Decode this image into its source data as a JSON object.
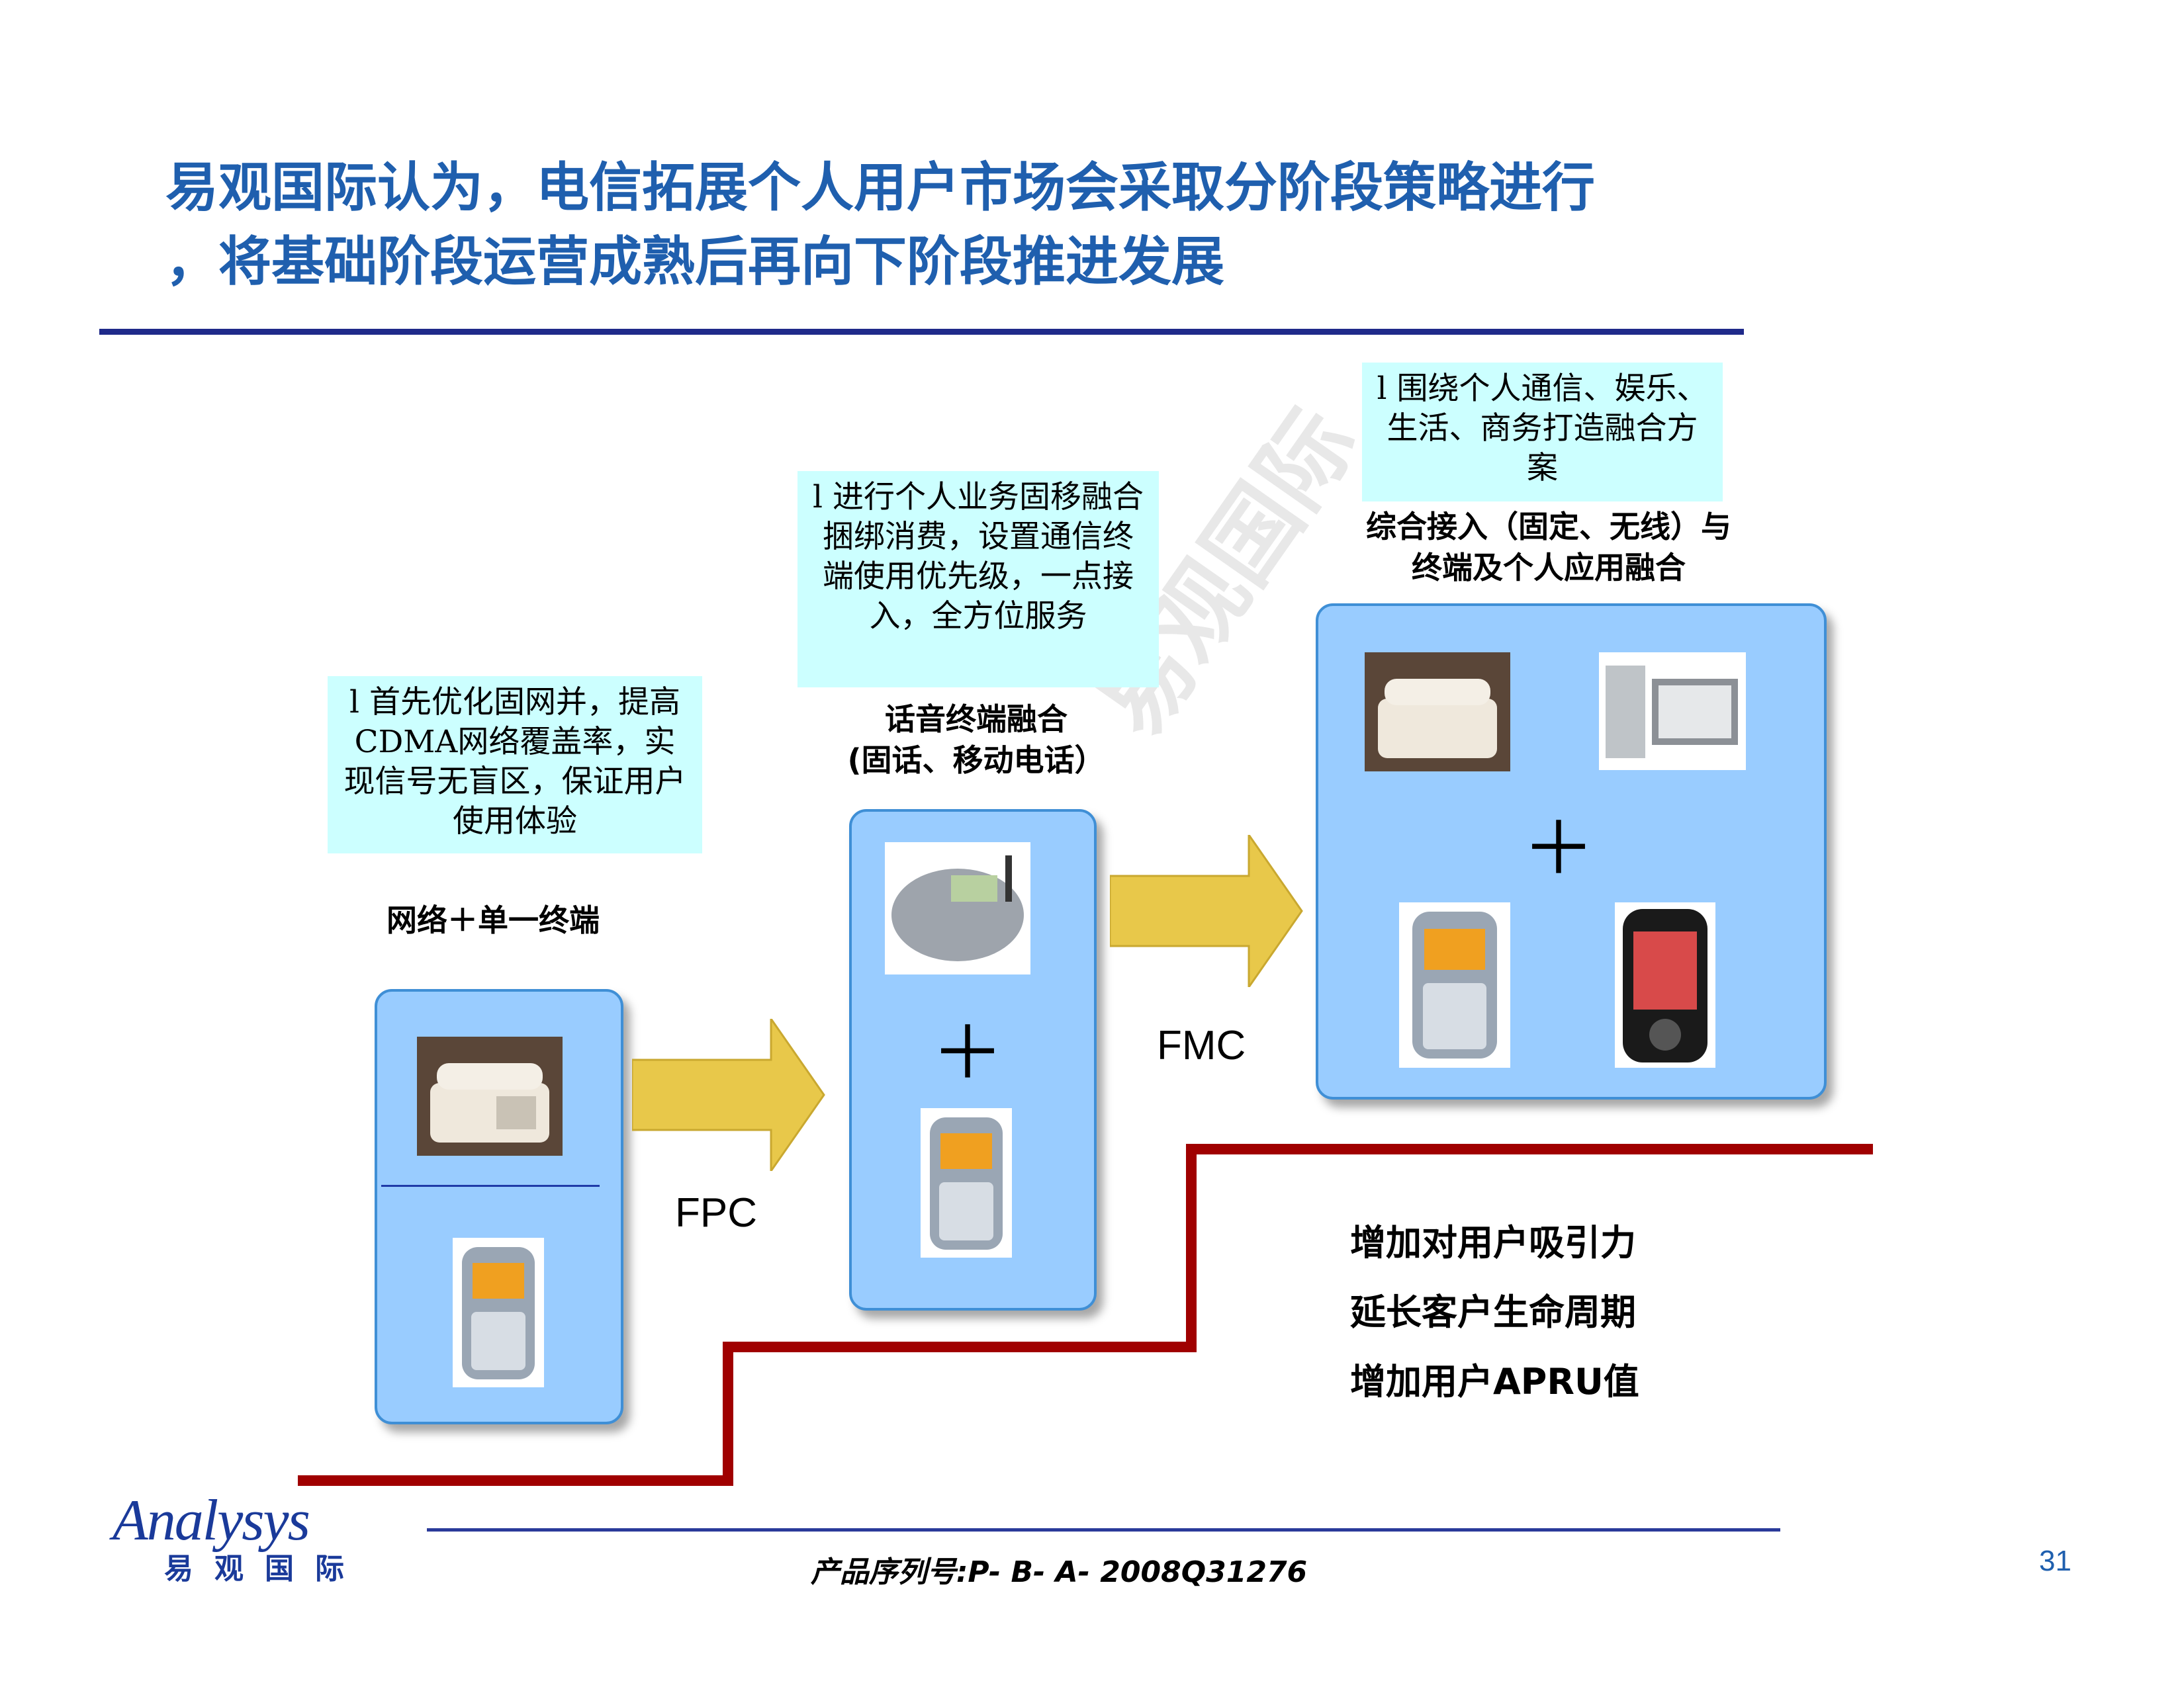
{
  "title": "易观国际认为，电信拓展个人用户市场会采取分阶段策略进行\n，将基础阶段运营成熟后再向下阶段推进发展",
  "stages": [
    {
      "note": "l  首先优化固网并，提高CDMA网络覆盖率，实现信号无盲区，保证用户使用体验",
      "label": "网络＋单一终端"
    },
    {
      "note": "l  进行个人业务固移融合捆绑消费，设置通信终端使用优先级，一点接入，全方位服务",
      "label": "话音终端融合\n(固话、移动电话）",
      "plus": "＋"
    },
    {
      "note": "l  围绕个人通信、娱乐、生活、商务打造融合方案",
      "label": "综合接入（固定、无线）与\n终端及个人应用融合",
      "plus": "＋"
    }
  ],
  "arrows": [
    {
      "label": "FPC"
    },
    {
      "label": "FMC"
    }
  ],
  "benefits": [
    "增加对用户吸引力",
    "延长客户生命周期",
    "增加用户APRU值"
  ],
  "watermark": "易观国际",
  "footer": {
    "serial": "产品序列号:P- B- A- 2008Q31276",
    "page": "31",
    "logo": "Analysys",
    "logo_cn": "易观国际"
  },
  "colors": {
    "title": "#1f5fae",
    "note_bg": "#ccffff",
    "panel_bg": "#99ccff",
    "arrow": "#e8c84a",
    "step_line": "#a00000"
  }
}
